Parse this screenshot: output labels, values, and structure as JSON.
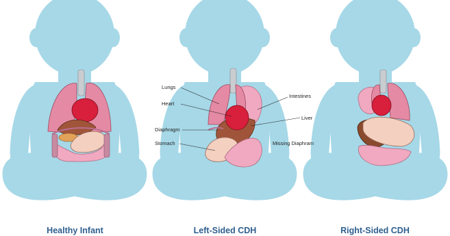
{
  "panels": [
    {
      "caption": "Healthy Infant"
    },
    {
      "caption": "Left-Sided CDH"
    },
    {
      "caption": "Right-Sided CDH"
    }
  ],
  "labels": {
    "lungs": "Lungs",
    "heart": "Heart",
    "diaphragm": "Diaphragm",
    "stomach": "Stomach",
    "intestines": "Intestines",
    "liver": "Liver",
    "missing_diaphragm": "Missing Diaphram"
  },
  "colors": {
    "silhouette": "#a6d8e7",
    "lung": "#e58aa4",
    "heart": "#d81f3b",
    "liver": "#a0553a",
    "stomach": "#f4d0c0",
    "intestine": "#f0a9c0",
    "trachea": "#c9cdd1",
    "diaphragm": "#b96d8f",
    "caption": "#2f5f8f"
  }
}
